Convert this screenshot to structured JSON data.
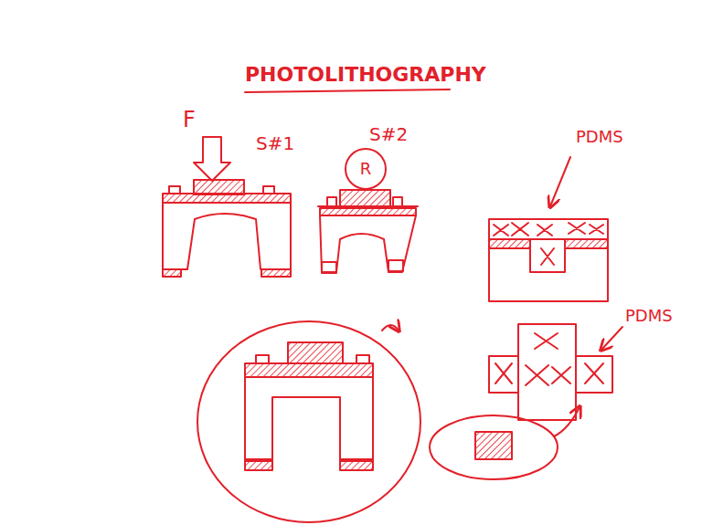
{
  "diagram": {
    "title": "PHOTOLITHOGRAPHY",
    "nodes": [
      {
        "text": [
          "R"
        ]
      }
    ],
    "labels": [
      "F",
      "S#1",
      "S#2",
      "PDMS",
      "PDMS"
    ]
  }
}
